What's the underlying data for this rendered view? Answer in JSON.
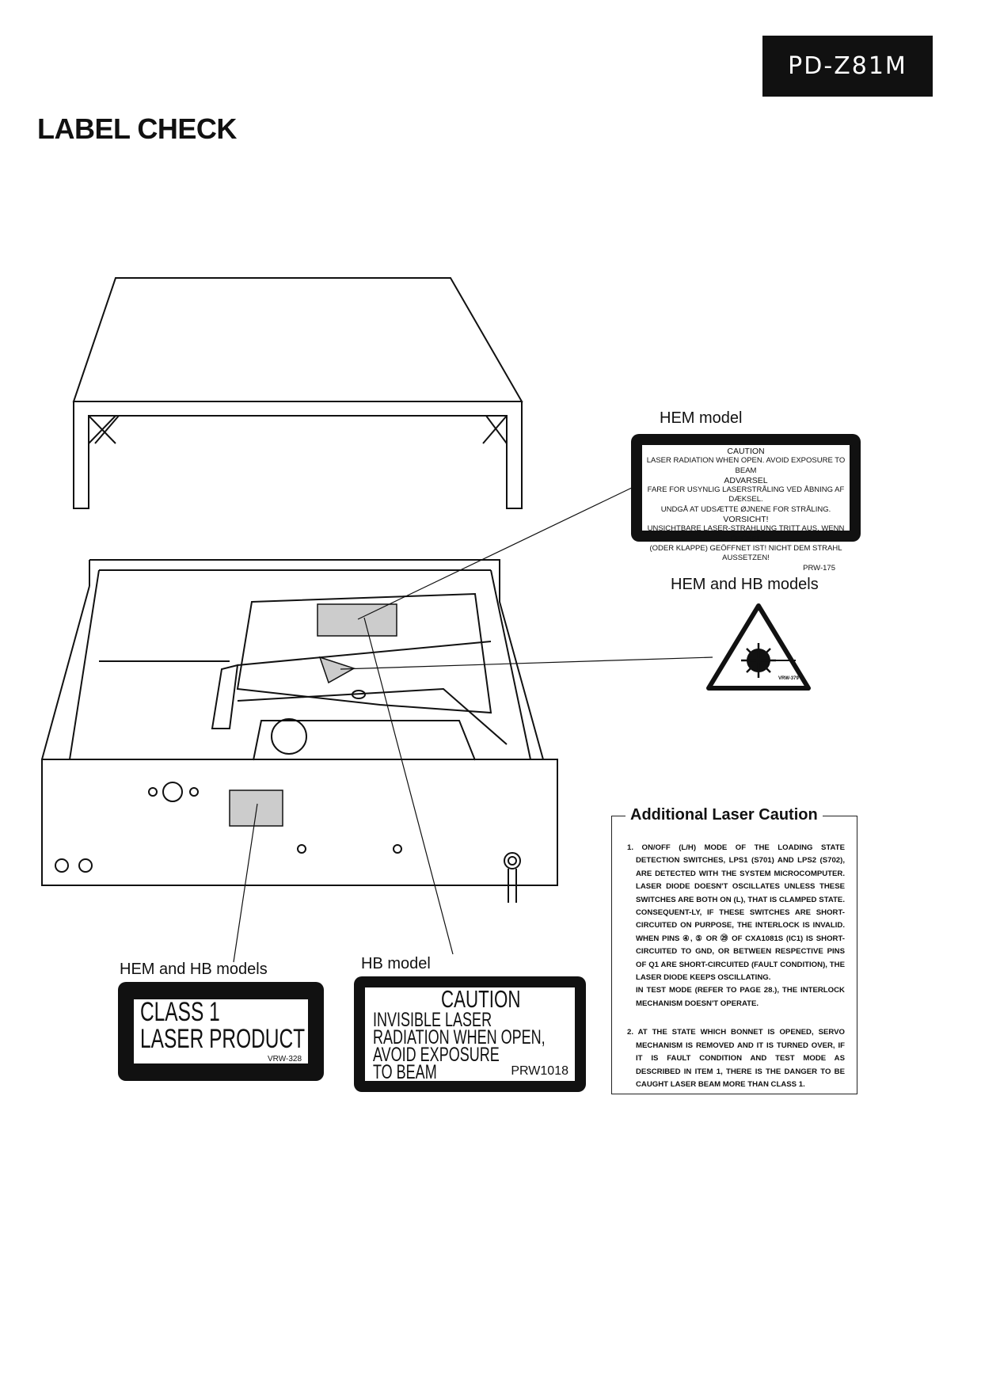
{
  "header": {
    "model": "PD-Z81M",
    "title": "LABEL CHECK"
  },
  "captions": {
    "hem_model": "HEM model",
    "hem_hb_models_triangle": "HEM and HB models",
    "hem_hb_models_class1": "HEM and HB models",
    "hb_model": "HB model"
  },
  "hem_label": {
    "lines": [
      "CAUTION",
      "LASER RADIATION WHEN OPEN. AVOID EXPOSURE TO BEAM",
      "ADVARSEL",
      "FARE FOR USYNLIG LASERSTRÅLING VED ÅBNING AF DÆKSEL.",
      "UNDGÅ AT UDSÆTTE ØJNENE FOR STRÅLING.",
      "VORSICHT!",
      "UNSICHTBARE LASER-STRAHLUNG TRITT AUS, WENN DECKEL",
      "(ODER KLAPPE) GEÖFFNET IST! NICHT DEM STRAHL AUSSETZEN!"
    ],
    "code": "PRW-175"
  },
  "triangle_label": {
    "code": "VRW-379",
    "icon": "laser-warning-triangle-icon"
  },
  "class1_label": {
    "line1": "CLASS 1",
    "line2": "LASER PRODUCT",
    "code": "VRW-328"
  },
  "hb_label": {
    "heading": "CAUTION",
    "lines": [
      "INVISIBLE  LASER",
      "RADIATION  WHEN  OPEN,",
      "AVOID  EXPOSURE",
      "TO  BEAM"
    ],
    "code": "PRW1018"
  },
  "additional_caution": {
    "title": "Additional Laser Caution",
    "items": [
      "1. ON/OFF (L/H) MODE OF THE LOADING STATE DETECTION SWITCHES, LPS1 (S701) AND LPS2 (S702), ARE DETECTED WITH THE SYSTEM MICROCOMPUTER. LASER DIODE DOESN'T OSCILLATES UNLESS THESE SWITCHES ARE BOTH ON (L), THAT IS CLAMPED STATE. CONSEQUENT-LY, IF THESE SWITCHES ARE SHORT-CIRCUITED ON PURPOSE, THE INTERLOCK IS INVALID. WHEN PINS ④, ⑤ OR ㉙ OF CXA1081S (IC1) IS SHORT-CIRCUITED TO GND, OR BETWEEN RESPECTIVE PINS OF Q1 ARE SHORT-CIRCUITED (FAULT CONDITION), THE LASER DIODE KEEPS OSCILLATING.",
      "IN TEST MODE (REFER TO PAGE 28.), THE INTERLOCK MECHANISM DOESN'T OPERATE.",
      "2. AT THE STATE WHICH BONNET IS OPENED, SERVO MECHANISM IS REMOVED AND IT IS TURNED OVER, IF IT IS FAULT CONDITION AND TEST MODE AS DESCRIBED IN ITEM 1, THERE IS THE DANGER TO BE CAUGHT LASER BEAM MORE THAN CLASS 1."
    ]
  }
}
